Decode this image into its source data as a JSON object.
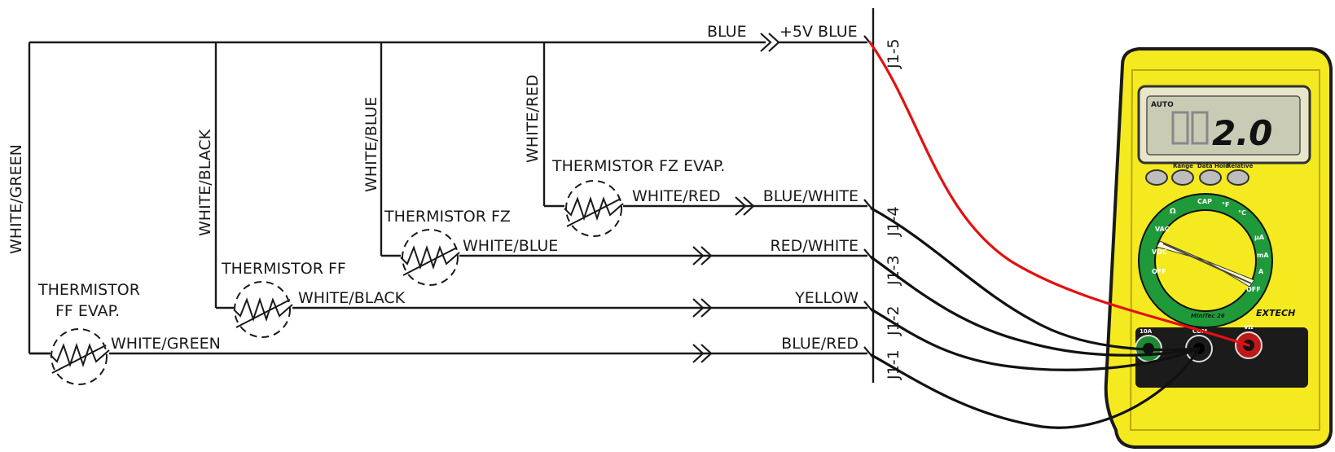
{
  "wire_labels": {
    "white_green": "WHITE/GREEN",
    "white_black": "WHITE/BLACK",
    "white_blue": "WHITE/BLUE",
    "white_red": "WHITE/RED"
  },
  "thermistors": {
    "ff_evap_line1": "THERMISTOR",
    "ff_evap_line2": "FF EVAP.",
    "ff": "THERMISTOR FF",
    "fz": "THERMISTOR FZ",
    "fz_evap": "THERMISTOR FZ EVAP."
  },
  "branch_labels": {
    "white_green": "WHITE/GREEN",
    "white_black": "WHITE/BLACK",
    "white_blue": "WHITE/BLUE",
    "white_red": "WHITE/RED"
  },
  "top_labels": {
    "blue": "BLUE",
    "plus5v_blue": "+5V BLUE"
  },
  "connector_labels": {
    "blue_white": "BLUE/WHITE",
    "red_white": "RED/WHITE",
    "yellow": "YELLOW",
    "blue_red": "BLUE/RED"
  },
  "pins": {
    "j1_5": "J1-5",
    "j1_4": "J1-4",
    "j1_3": "J1-3",
    "j1_2": "J1-2",
    "j1_1": "J1-1"
  },
  "multimeter": {
    "brand": "EXTECH",
    "model": "MiniTec 26",
    "display_value": "2.0",
    "display_mode": "AUTO",
    "buttons": [
      "Range",
      "Data Hold",
      "Relative"
    ],
    "dial_labels": [
      "OFF",
      "VDC",
      "VAC",
      "Ω",
      "CAP",
      "°F",
      "°C",
      "µA",
      "mA",
      "A",
      "OFF"
    ],
    "ports": [
      "10A",
      "COM",
      "VΩ"
    ],
    "colors": {
      "body": "#f4ea1f",
      "dial_ring": "#1f9a3a",
      "red_lead": "#e31010",
      "black_lead": "#111111"
    }
  }
}
